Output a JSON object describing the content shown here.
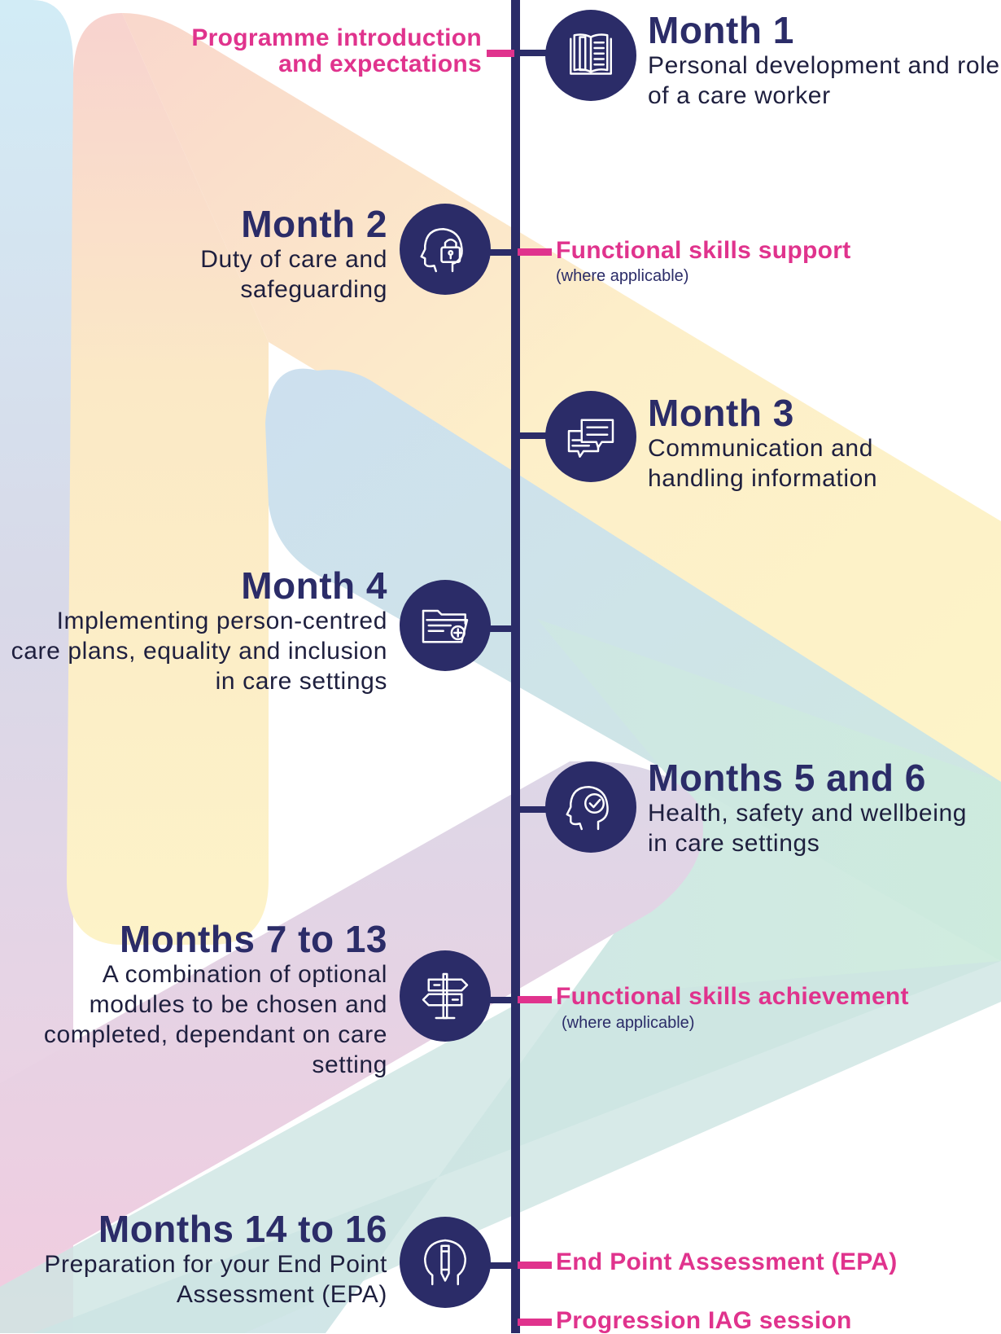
{
  "colors": {
    "navy": "#2b2c68",
    "magenta": "#e0338d",
    "band_blue": "#cfe3f0",
    "band_peach": "#f8d6c8",
    "band_yellow": "#fdf3c6",
    "band_lilac": "#e0d6e8",
    "band_mint": "#cde8e0"
  },
  "milestones": [
    {
      "title": "Month 1",
      "description": "Personal development and role of a care worker",
      "icon": "book-icon",
      "side": "right"
    },
    {
      "title": "Month 2",
      "description": "Duty of care and safeguarding",
      "icon": "head-lock-icon",
      "side": "left"
    },
    {
      "title": "Month 3",
      "description": "Communication and handling information",
      "icon": "chat-bubbles-icon",
      "side": "right"
    },
    {
      "title": "Month 4",
      "description": "Implementing person-centred care plans, equality and inclusion in care settings",
      "icon": "folder-plus-icon",
      "side": "left"
    },
    {
      "title": "Months 5 and 6",
      "description": "Health, safety and wellbeing in care settings",
      "icon": "head-check-icon",
      "side": "right"
    },
    {
      "title": "Months 7 to 13",
      "description": "A combination of optional modules to be chosen and completed, dependant on care setting",
      "icon": "signpost-icon",
      "side": "left"
    },
    {
      "title": "Months 14 to 16",
      "description": "Preparation for your End Point Assessment (EPA)",
      "icon": "head-pencil-icon",
      "side": "left"
    }
  ],
  "events": [
    {
      "label": "Programme introduction and expectations",
      "note": ""
    },
    {
      "label": "Functional skills support",
      "note": "(where applicable)"
    },
    {
      "label": "Functional skills achievement",
      "note": "(where applicable)"
    },
    {
      "label": "End Point Assessment (EPA)",
      "note": ""
    },
    {
      "label": "Progression IAG session",
      "note": ""
    }
  ]
}
